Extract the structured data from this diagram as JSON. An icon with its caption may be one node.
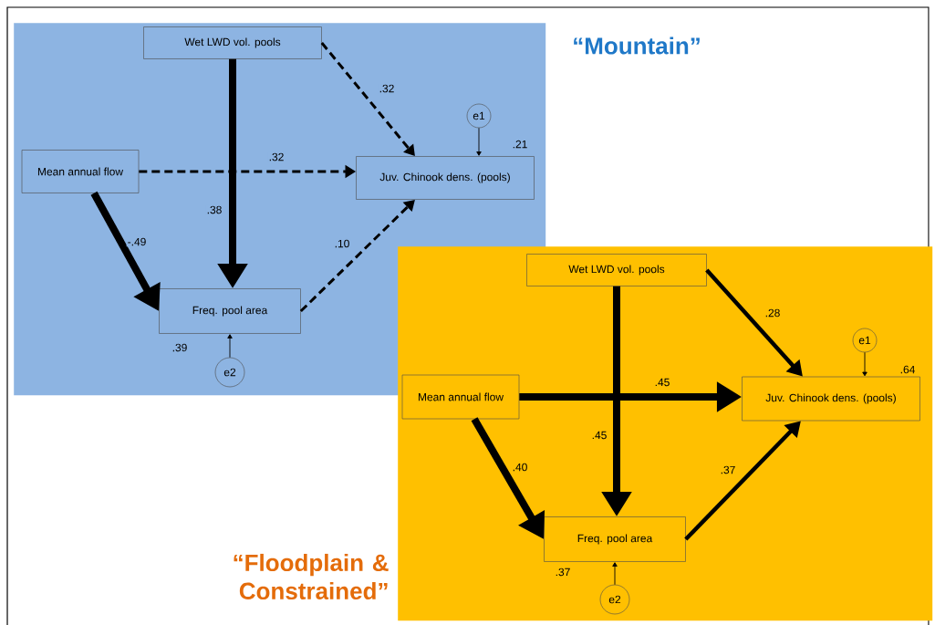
{
  "diagram": {
    "nodes": [
      {
        "text": [
          "“Mountain”"
        ]
      },
      {
        "text": [
          "Wet LWD vol. pools"
        ],
        "in": 0
      },
      {
        "text": [
          "Mean annual flow"
        ],
        "in": 0
      },
      {
        "text": [
          "Juv. Chinook dens. (pools)"
        ],
        "in": 0,
        "beside": [
          ".21"
        ]
      },
      {
        "text": [
          "Freq. pool area"
        ],
        "in": 0,
        "beside": [
          ".39"
        ]
      },
      {
        "text": [
          "e1"
        ],
        "in": 0
      },
      {
        "text": [
          "e2"
        ],
        "in": 0
      },
      {
        "text": [
          "“Floodplain & Constrained”"
        ]
      },
      {
        "text": [
          "Wet LWD vol. pools"
        ],
        "in": 7
      },
      {
        "text": [
          "Mean annual flow"
        ],
        "in": 7
      },
      {
        "text": [
          "Juv. Chinook dens. (pools)"
        ],
        "in": 7,
        "beside": [
          ".64"
        ]
      },
      {
        "text": [
          "Freq. pool area"
        ],
        "in": 7,
        "beside": [
          ".37"
        ]
      },
      {
        "text": [
          "e1"
        ],
        "in": 7
      },
      {
        "text": [
          "e2"
        ],
        "in": 7
      }
    ],
    "edges": [
      {
        "from": 1,
        "to": 3,
        "arrow": "to",
        "label": ".32",
        "style": "dashed"
      },
      {
        "from": 2,
        "to": 3,
        "arrow": "to",
        "label": ".32",
        "style": "dashed"
      },
      {
        "from": 1,
        "to": 4,
        "arrow": "to",
        "label": ".38",
        "style": "thick"
      },
      {
        "from": 2,
        "to": 4,
        "arrow": "to",
        "label": "-.49",
        "style": "thick"
      },
      {
        "from": 4,
        "to": 3,
        "arrow": "to",
        "label": ".10",
        "style": "dashed"
      },
      {
        "from": 5,
        "to": 3,
        "arrow": "to"
      },
      {
        "from": 6,
        "to": 4,
        "arrow": "to"
      },
      {
        "from": 8,
        "to": 10,
        "arrow": "to",
        "label": ".28"
      },
      {
        "from": 9,
        "to": 10,
        "arrow": "to",
        "label": ".45",
        "style": "thick"
      },
      {
        "from": 8,
        "to": 11,
        "arrow": "to",
        "label": ".45",
        "style": "thick"
      },
      {
        "from": 9,
        "to": 11,
        "arrow": "to",
        "label": ".40",
        "style": "thick"
      },
      {
        "from": 11,
        "to": 10,
        "arrow": "to",
        "label": ".37"
      },
      {
        "from": 12,
        "to": 10,
        "arrow": "to"
      },
      {
        "from": 13,
        "to": 11,
        "arrow": "to"
      }
    ]
  }
}
